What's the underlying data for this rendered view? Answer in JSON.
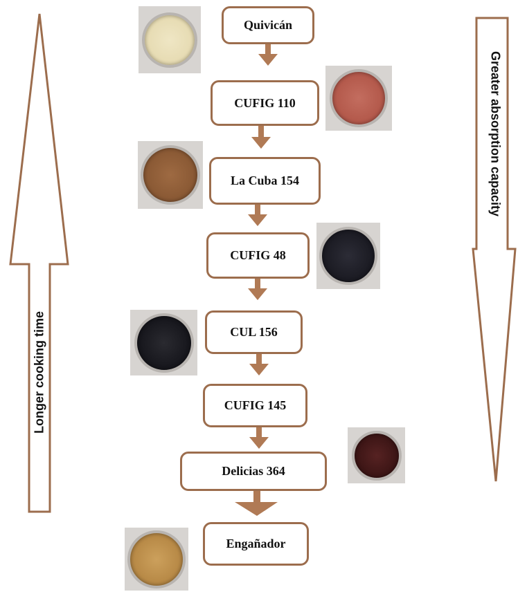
{
  "side_labels": {
    "left": "Longer cooking time",
    "right": "Greater absorption capacity"
  },
  "colors": {
    "box_border": "#9c6d4d",
    "connector": "#b07a55",
    "side_arrow": "#9c6d4d"
  },
  "steps": [
    {
      "label": "Quivicán",
      "bean_color": "#e7dcb4"
    },
    {
      "label": "CUFIG 110",
      "bean_color": "#b45a4c"
    },
    {
      "label": "La Cuba 154",
      "bean_color": "#8b5a35"
    },
    {
      "label": "CUFIG 48",
      "bean_color": "#1c1c24"
    },
    {
      "label": "CUL 156",
      "bean_color": "#18181e"
    },
    {
      "label": "CUFIG 145",
      "bean_color": ""
    },
    {
      "label": "Delicias 364",
      "bean_color": "#3e1616"
    },
    {
      "label": "Engañador",
      "bean_color": "#b88a47"
    }
  ]
}
